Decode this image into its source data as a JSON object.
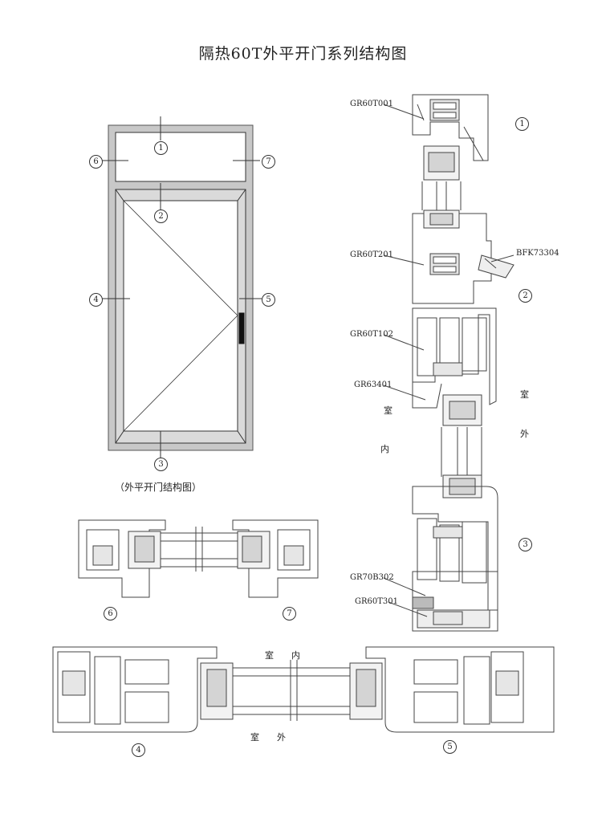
{
  "title": "隔热60T外平开门系列结构图",
  "caption": "（外平开门结构图）",
  "callouts": [
    "1",
    "2",
    "3",
    "4",
    "5",
    "6",
    "7"
  ],
  "parts": {
    "p1": "GR60T001",
    "p2": "GR60T201",
    "p3": "BFK73304",
    "p4": "GR60T102",
    "p5": "GR63401",
    "p6": "GR70B302",
    "p7": "GR60T301"
  },
  "sides": {
    "right_top": "室",
    "right_bottom": "外",
    "left_top": "室",
    "left_bottom": "内",
    "bottom_top": "室　　内",
    "bottom_bottom": "室　　外"
  }
}
